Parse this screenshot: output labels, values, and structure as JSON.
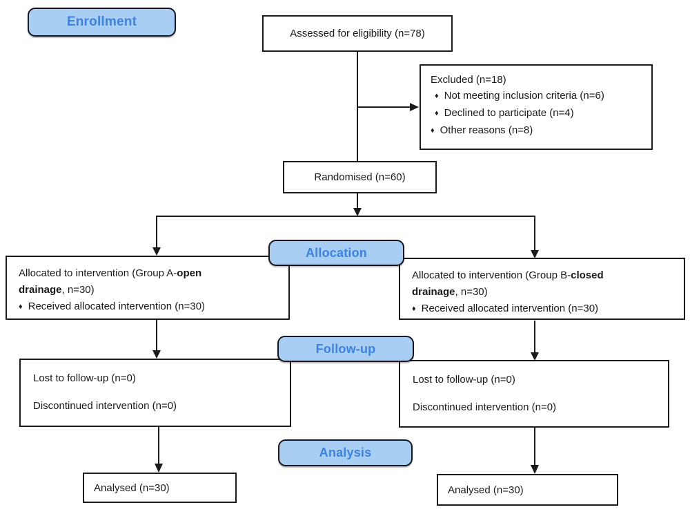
{
  "diagram": {
    "title": "CONSORT participant flow diagram",
    "glyphs": {
      "bullet": "♦"
    },
    "colors": {
      "label_fill": "#a9cef4",
      "label_text": "#3c83e3",
      "label_border": "#15151f",
      "box_border": "#1a1a1a",
      "arrow": "#1a1a1a",
      "background": "#ffffff"
    },
    "stage_labels": {
      "enrollment": "Enrollment",
      "allocation": "Allocation",
      "followup": "Follow-up",
      "analysis": "Analysis"
    },
    "boxes": {
      "assessed": {
        "text": "Assessed for eligibility (n=78)"
      },
      "excluded": {
        "title": "Excluded (n=18)",
        "items": [
          "Not meeting inclusion criteria (n=6)",
          "Declined to participate (n=4)",
          "Other reasons (n=8)"
        ]
      },
      "randomised": {
        "text": "Randomised (n=60)"
      },
      "alloc_a": {
        "pre": "Allocated to intervention (Group A-",
        "bold_line1": "open",
        "bold_line2": "drainage",
        "post": ", n=30)",
        "item": "Received allocated intervention (n=30)"
      },
      "alloc_b": {
        "pre": "Allocated to intervention (Group B-",
        "bold_line1": "closed",
        "bold_line2": "drainage",
        "post": ", n=30)",
        "item": "Received allocated intervention (n=30)"
      },
      "followup_a": {
        "line1": "Lost to follow-up (n=0)",
        "line2": "Discontinued intervention (n=0)"
      },
      "followup_b": {
        "line1": "Lost to follow-up (n=0)",
        "line2": "Discontinued intervention (n=0)"
      },
      "analysed_a": {
        "text": "Analysed (n=30)"
      },
      "analysed_b": {
        "text": "Analysed (n=30)"
      }
    }
  }
}
